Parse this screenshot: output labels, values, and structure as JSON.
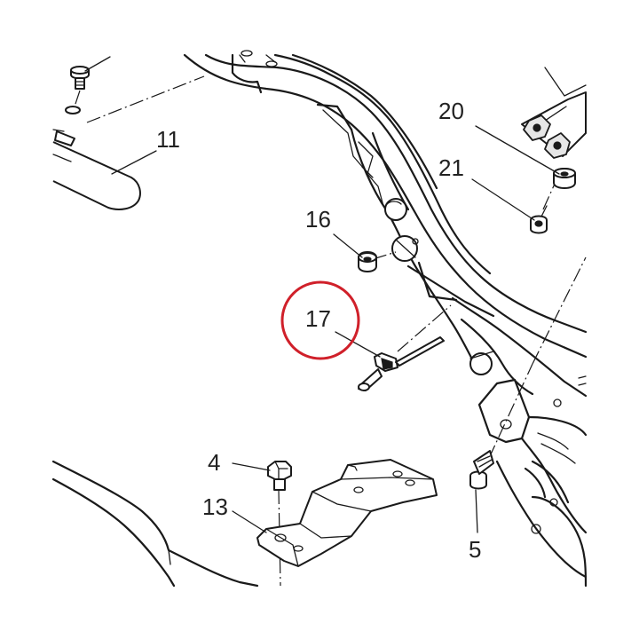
{
  "diagram": {
    "labels": {
      "p11": "11",
      "p20": "20",
      "p21": "21",
      "p16": "16",
      "p17": "17",
      "p4": "4",
      "p13": "13",
      "p5": "5"
    },
    "highlight_color": "#d0202a"
  }
}
